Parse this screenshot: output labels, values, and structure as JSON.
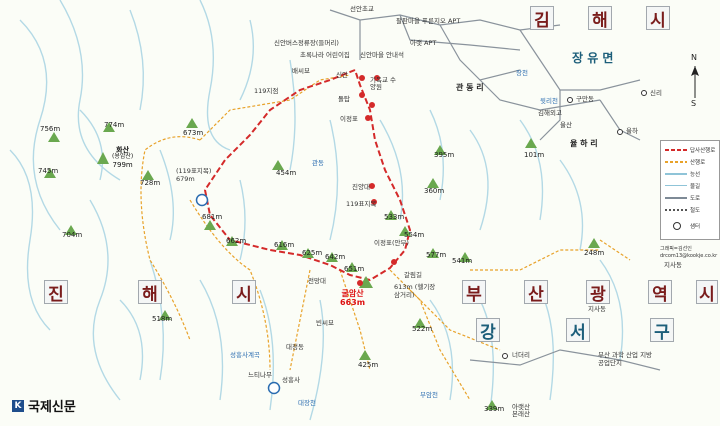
{
  "peaks": [
    {
      "label": "756m"
    },
    {
      "label": "774m"
    },
    {
      "label": "673m"
    },
    {
      "label": "745m"
    },
    {
      "label": "728m"
    },
    {
      "label": "704m"
    },
    {
      "label": "454m"
    },
    {
      "label": "681m"
    },
    {
      "label": "662m"
    },
    {
      "label": "616m"
    },
    {
      "label": "625m"
    },
    {
      "label": "642m"
    },
    {
      "label": "651m"
    },
    {
      "label": "518m"
    },
    {
      "label": "425m"
    },
    {
      "label": "395m"
    },
    {
      "label": "360m"
    },
    {
      "label": "554m"
    },
    {
      "label": "533m"
    },
    {
      "label": "577m"
    },
    {
      "label": "541m"
    },
    {
      "label": "248m"
    },
    {
      "label": "522m"
    },
    {
      "label": "339m"
    },
    {
      "label": "101m"
    }
  ],
  "summits": [
    {
      "name": "화산",
      "sub": "(용암산)",
      "elev": "799m"
    },
    {
      "name": "굴암산",
      "elev": "663m"
    }
  ],
  "pois": [
    {
      "label": "선안초교"
    },
    {
      "label": "팔판마을 푸른지오 APT"
    },
    {
      "label": "신안버스정류장(들머리)"
    },
    {
      "label": "초록나라 어린이집"
    },
    {
      "label": "신안마을 안내석"
    },
    {
      "label": "배씨묘"
    },
    {
      "label": "신안"
    },
    {
      "label": "기독교 수양원"
    },
    {
      "label": "돌탑"
    },
    {
      "label": "이정표"
    },
    {
      "label": "119지점"
    },
    {
      "label": "(119표지목) 679m"
    },
    {
      "label": "진양대"
    },
    {
      "label": "119표지목"
    },
    {
      "label": "이정표(안부)"
    },
    {
      "label": "갈림길"
    },
    {
      "label": "613m (헬기장 삼거리)"
    },
    {
      "label": "전망대"
    },
    {
      "label": "빈씨묘"
    },
    {
      "label": "대정동"
    },
    {
      "label": "성흥사계곡"
    },
    {
      "label": "느티나무"
    },
    {
      "label": "성흥사"
    },
    {
      "label": "대장천"
    },
    {
      "label": "부암천"
    },
    {
      "label": "너더리"
    },
    {
      "label": "부산 과학 산업 지방공업단지"
    },
    {
      "label": "지사동"
    },
    {
      "label": "아랫산 본래산"
    },
    {
      "label": "구만동"
    },
    {
      "label": "율산"
    },
    {
      "label": "김해외고"
    },
    {
      "label": "율하"
    },
    {
      "label": "신리"
    },
    {
      "label": "지사동"
    },
    {
      "label": "아랫 APT"
    },
    {
      "label": "관 동 리"
    },
    {
      "label": "율 하 리"
    },
    {
      "label": "장천"
    },
    {
      "label": "윗리천"
    },
    {
      "label": "관동"
    }
  ],
  "towns": {
    "yuseong": "장 유 면"
  },
  "districts": {
    "gimhae_top": [
      "김",
      "해",
      "시"
    ],
    "gimhae_left": [
      "진",
      "해",
      "시"
    ],
    "busan": [
      "부",
      "산",
      "광",
      "역",
      "시"
    ],
    "gangseo": [
      "강",
      "서",
      "구"
    ]
  },
  "legend": {
    "items": [
      {
        "label": "답사산행로",
        "color": "#d42a2a"
      },
      {
        "label": "산행로",
        "color": "#e8a22a"
      },
      {
        "label": "능선",
        "color": "#8fc4d8"
      },
      {
        "label": "물길",
        "color": "#8fc4d8"
      },
      {
        "label": "도로",
        "color": "#7e8a96"
      },
      {
        "label": "철도",
        "color": "#555555"
      },
      {
        "label": "샘터",
        "color": "#333333"
      }
    ]
  },
  "credit": [
    "그래픽=김선인",
    "drcom13@kookje.co.kr"
  ],
  "compass": {
    "n": "N",
    "s": "S"
  },
  "logo": {
    "mark": "K",
    "name": "국제신문"
  },
  "colors": {
    "trail": "#d42a2a",
    "path": "#e8a22a",
    "water": "#8fc4d8",
    "peak": "#6aa84f",
    "road": "#8a939c"
  }
}
